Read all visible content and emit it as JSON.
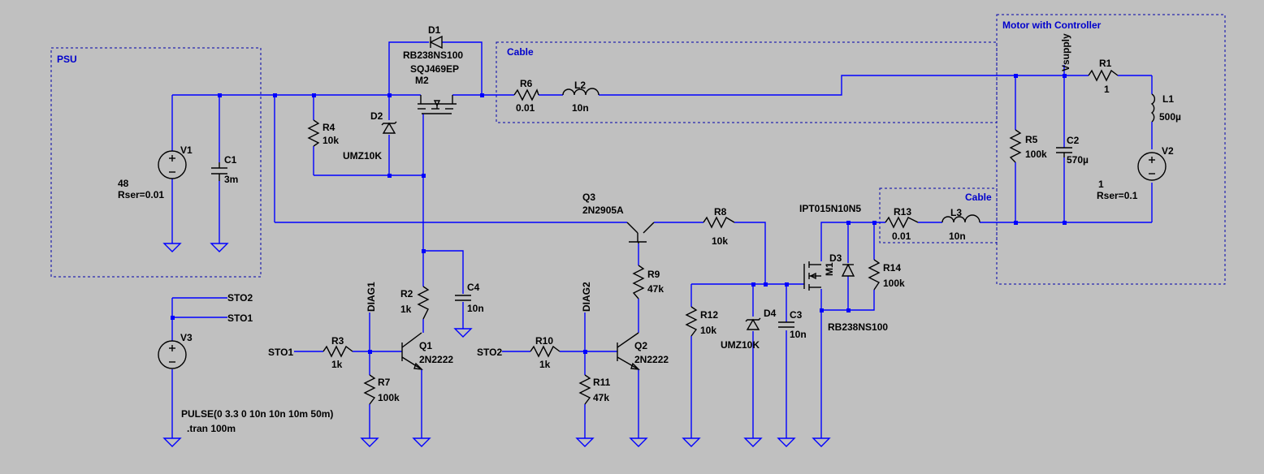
{
  "regions": {
    "psu": "PSU",
    "cable_top": "Cable",
    "motor": "Motor with Controller",
    "cable_bottom": "Cable"
  },
  "components": {
    "V1": {
      "ref": "V1",
      "value": "48",
      "extra": "Rser=0.01"
    },
    "C1": {
      "ref": "C1",
      "value": "3m"
    },
    "R4": {
      "ref": "R4",
      "value": "10k"
    },
    "D2": {
      "ref": "D2",
      "value": "UMZ10K"
    },
    "D1": {
      "ref": "D1",
      "value": "RB238NS100"
    },
    "M2": {
      "ref": "M2",
      "value": "SQJ469EP"
    },
    "R6": {
      "ref": "R6",
      "value": "0.01"
    },
    "L2": {
      "ref": "L2",
      "value": "10n"
    },
    "R5": {
      "ref": "R5",
      "value": "100k"
    },
    "C2": {
      "ref": "C2",
      "value": "570µ"
    },
    "R1": {
      "ref": "R1",
      "value": "1"
    },
    "L1": {
      "ref": "L1",
      "value": "500µ"
    },
    "V2": {
      "ref": "V2",
      "value": "1",
      "extra": "Rser=0.1"
    },
    "Q3": {
      "ref": "Q3",
      "value": "2N2905A"
    },
    "R8": {
      "ref": "R8",
      "value": "10k"
    },
    "R9": {
      "ref": "R9",
      "value": "47k"
    },
    "R13": {
      "ref": "R13",
      "value": "0.01"
    },
    "L3": {
      "ref": "L3",
      "value": "10n"
    },
    "M1": {
      "ref": "M1",
      "value": "IPT015N10N5"
    },
    "D3": {
      "ref": "D3",
      "value": "RB238NS100"
    },
    "R14": {
      "ref": "R14",
      "value": "100k"
    },
    "R12": {
      "ref": "R12",
      "value": "10k"
    },
    "D4": {
      "ref": "D4",
      "value": "UMZ10K"
    },
    "C3": {
      "ref": "C3",
      "value": "10n"
    },
    "R2": {
      "ref": "R2",
      "value": "1k"
    },
    "C4": {
      "ref": "C4",
      "value": "10n"
    },
    "Q1": {
      "ref": "Q1",
      "value": "2N2222"
    },
    "R3": {
      "ref": "R3",
      "value": "1k"
    },
    "R7": {
      "ref": "R7",
      "value": "100k"
    },
    "R10": {
      "ref": "R10",
      "value": "1k"
    },
    "Q2": {
      "ref": "Q2",
      "value": "2N2222"
    },
    "R11": {
      "ref": "R11",
      "value": "47k"
    },
    "V3": {
      "ref": "V3",
      "value": "PULSE(0 3.3 0 10n 10n 10m 50m)"
    }
  },
  "nets": {
    "vsupply": "Vsupply",
    "diag1": "DIAG1",
    "diag2": "DIAG2",
    "sto1": "STO1",
    "sto2": "STO2"
  },
  "directives": {
    "tran": ".tran 100m"
  }
}
